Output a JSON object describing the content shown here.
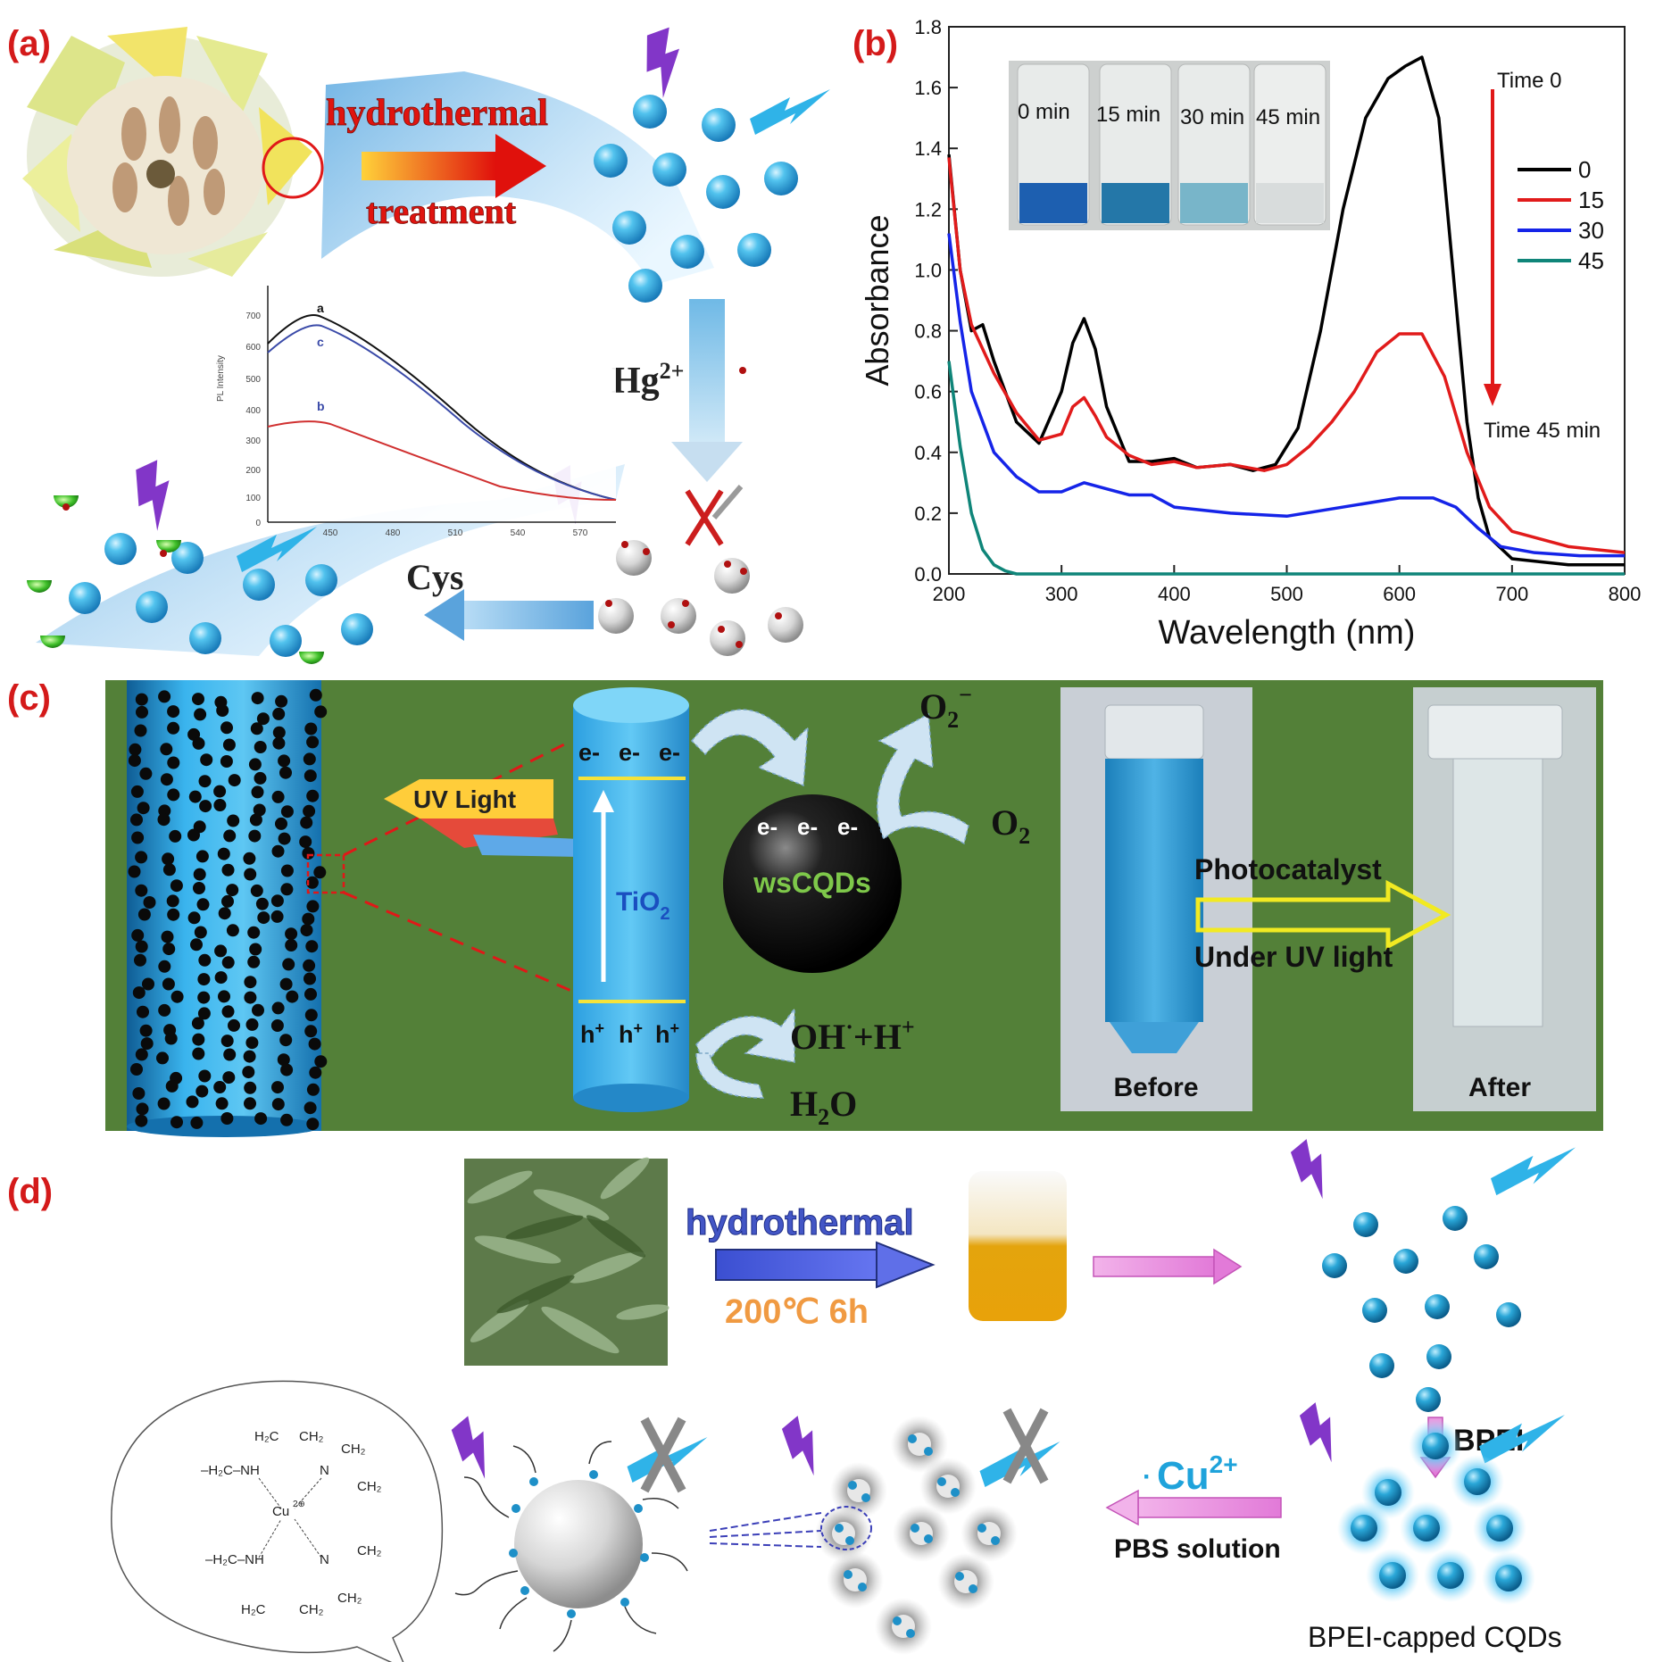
{
  "panel_labels": {
    "a": "(a)",
    "b": "(b)",
    "c": "(c)",
    "d": "(d)"
  },
  "panel_a": {
    "arrow_top": "hydrothermal",
    "arrow_bottom": "treatment",
    "analyte": "Hg",
    "analyte_sup": "2+",
    "reverser": "Cys",
    "inset_ylabel": "PL Intensity",
    "inset_curve_labels": [
      "a",
      "b",
      "c"
    ],
    "inset_xticks": [
      "450",
      "480",
      "510",
      "540",
      "570"
    ],
    "inset_yticks": [
      "0",
      "100",
      "200",
      "300",
      "400",
      "500",
      "600",
      "700"
    ]
  },
  "chart_data": {
    "type": "line",
    "xlabel": "Wavelength (nm)",
    "ylabel": "Absorbance",
    "xlim": [
      200,
      800
    ],
    "ylim": [
      0,
      1.8
    ],
    "xticks": [
      200,
      300,
      400,
      500,
      600,
      700,
      800
    ],
    "yticks": [
      0.0,
      0.2,
      0.4,
      0.6,
      0.8,
      1.0,
      1.2,
      1.4,
      1.6,
      1.8
    ],
    "legend_position": "right",
    "arrow_start_label": "Time 0",
    "arrow_end_label": "Time 45 min",
    "inset_labels": [
      "0 min",
      "15 min",
      "30 min",
      "45 min"
    ],
    "series": [
      {
        "name": "0",
        "color": "#000000",
        "x": [
          200,
          210,
          220,
          230,
          240,
          260,
          280,
          300,
          310,
          320,
          330,
          340,
          360,
          380,
          400,
          420,
          450,
          470,
          490,
          510,
          530,
          550,
          570,
          590,
          605,
          620,
          635,
          650,
          660,
          670,
          680,
          700,
          750,
          800
        ],
        "y": [
          1.38,
          1.0,
          0.8,
          0.82,
          0.7,
          0.5,
          0.43,
          0.6,
          0.76,
          0.84,
          0.74,
          0.55,
          0.37,
          0.37,
          0.38,
          0.35,
          0.36,
          0.34,
          0.36,
          0.48,
          0.8,
          1.2,
          1.5,
          1.63,
          1.67,
          1.7,
          1.5,
          0.9,
          0.5,
          0.25,
          0.12,
          0.05,
          0.03,
          0.03
        ]
      },
      {
        "name": "15",
        "color": "#e11b1b",
        "x": [
          200,
          210,
          220,
          240,
          260,
          280,
          300,
          310,
          320,
          330,
          340,
          360,
          380,
          400,
          420,
          450,
          480,
          500,
          520,
          540,
          560,
          580,
          600,
          620,
          640,
          660,
          680,
          700,
          750,
          800
        ],
        "y": [
          1.37,
          1.0,
          0.82,
          0.66,
          0.53,
          0.44,
          0.46,
          0.55,
          0.58,
          0.52,
          0.45,
          0.39,
          0.36,
          0.37,
          0.35,
          0.36,
          0.34,
          0.36,
          0.42,
          0.5,
          0.6,
          0.73,
          0.79,
          0.79,
          0.65,
          0.4,
          0.22,
          0.14,
          0.09,
          0.07
        ]
      },
      {
        "name": "30",
        "color": "#1524e8",
        "x": [
          200,
          210,
          220,
          240,
          260,
          280,
          300,
          320,
          340,
          360,
          380,
          400,
          450,
          500,
          550,
          600,
          630,
          650,
          670,
          690,
          720,
          760,
          800
        ],
        "y": [
          1.12,
          0.83,
          0.6,
          0.4,
          0.32,
          0.27,
          0.27,
          0.3,
          0.28,
          0.26,
          0.26,
          0.22,
          0.2,
          0.19,
          0.22,
          0.25,
          0.25,
          0.22,
          0.15,
          0.09,
          0.07,
          0.06,
          0.06
        ]
      },
      {
        "name": "45",
        "color": "#0f8579",
        "x": [
          200,
          210,
          220,
          230,
          240,
          250,
          260,
          300,
          400,
          500,
          600,
          700,
          800
        ],
        "y": [
          0.7,
          0.42,
          0.2,
          0.08,
          0.03,
          0.01,
          0.0,
          0.0,
          0.0,
          0.0,
          0.0,
          0.0,
          0.0
        ]
      }
    ]
  },
  "panel_c": {
    "uv_light": "UV Light",
    "electrons": [
      "e-",
      "e-",
      "e-"
    ],
    "holes": [
      "h",
      "h",
      "h"
    ],
    "hole_sup": "+",
    "semiconductor": "TiO",
    "semiconductor_sub": "2",
    "qd_label": "wsCQDs",
    "qd_electrons": [
      "e-",
      "e-",
      "e-"
    ],
    "superoxide": "O",
    "superoxide_sub": "2",
    "superoxide_sup": "−",
    "oxygen": "O",
    "oxygen_sub": "2",
    "hydroxyl_products": "OH",
    "hydroxyl_dot": "·",
    "hydroxyl_plus": "+H",
    "hydroxyl_plus_sup": "+",
    "water": "H",
    "water_sub": "2",
    "water_tail": "O",
    "process_top": "Photocatalyst",
    "process_bottom": "Under UV light",
    "before": "Before",
    "after": "After"
  },
  "panel_d": {
    "arrow_top": "hydrothermal",
    "arrow_bottom": "200℃ 6h",
    "capping_agent": "BPEI",
    "ion": "Cu",
    "ion_sup": "2+",
    "ion_dot": "·",
    "medium": "PBS solution",
    "product": "BPEI-capped CQDs",
    "complex_labels": [
      "H₂C",
      "CH₂",
      "CH₂",
      "CH₂",
      "CH₂",
      "CH₂",
      "H₂C",
      "CH₂",
      "–H₂C–NH",
      "–H₂C–NH",
      "N",
      "N",
      "Cu",
      "2⊕"
    ]
  }
}
